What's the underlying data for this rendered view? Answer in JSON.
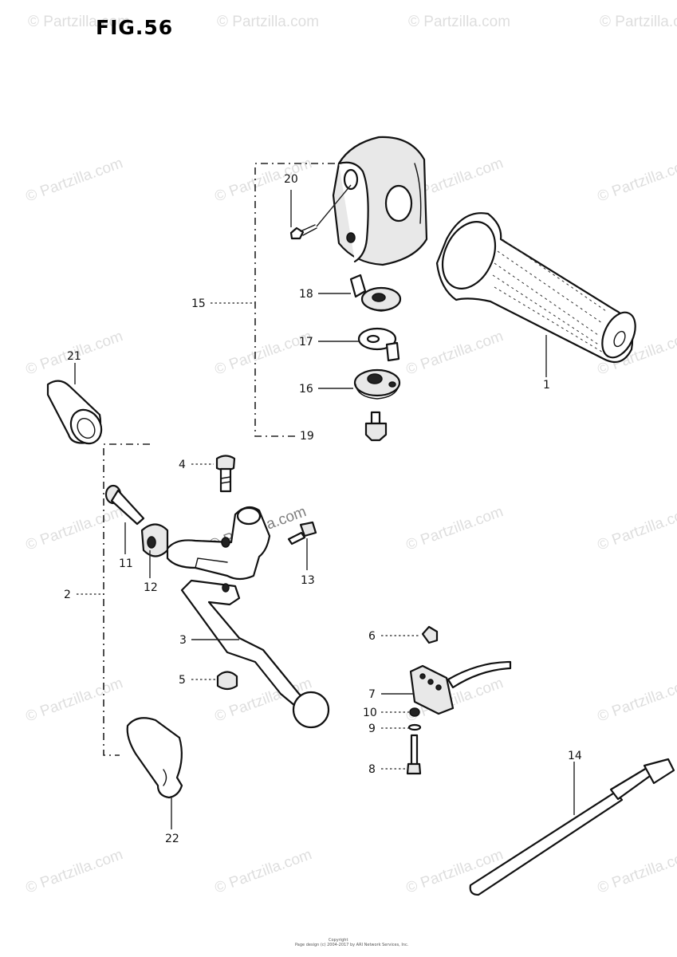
{
  "figure": {
    "title": "FIG.56"
  },
  "watermark": {
    "text": "© Partzilla.com",
    "center_text": "© Partzilla.com"
  },
  "callouts": [
    {
      "id": "1",
      "label": "1"
    },
    {
      "id": "2",
      "label": "2"
    },
    {
      "id": "3",
      "label": "3"
    },
    {
      "id": "4",
      "label": "4"
    },
    {
      "id": "5",
      "label": "5"
    },
    {
      "id": "6",
      "label": "6"
    },
    {
      "id": "7",
      "label": "7"
    },
    {
      "id": "8",
      "label": "8"
    },
    {
      "id": "9",
      "label": "9"
    },
    {
      "id": "10",
      "label": "10"
    },
    {
      "id": "11",
      "label": "11"
    },
    {
      "id": "12",
      "label": "12"
    },
    {
      "id": "13",
      "label": "13"
    },
    {
      "id": "14",
      "label": "14"
    },
    {
      "id": "15",
      "label": "15"
    },
    {
      "id": "16",
      "label": "16"
    },
    {
      "id": "17",
      "label": "17"
    },
    {
      "id": "18",
      "label": "18"
    },
    {
      "id": "19",
      "label": "19"
    },
    {
      "id": "20",
      "label": "20"
    },
    {
      "id": "21",
      "label": "21"
    },
    {
      "id": "22",
      "label": "22"
    }
  ],
  "footer": {
    "line1": "Copyright",
    "line2": "Page design (c) 2004-2017 by ARI Network Services, Inc."
  }
}
